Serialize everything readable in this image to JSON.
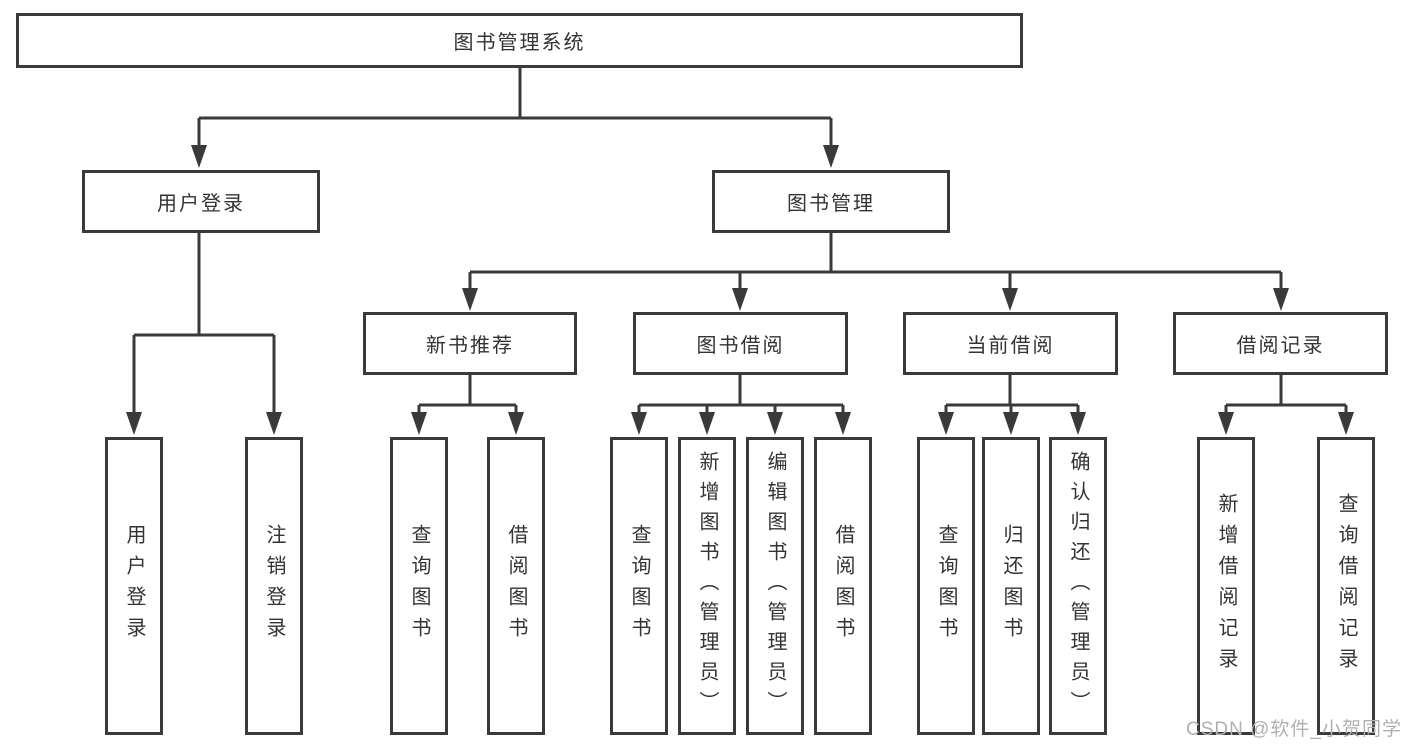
{
  "diagram": {
    "root": "图书管理系统",
    "branches": {
      "user_login": "用户登录",
      "book_management": "图书管理"
    },
    "modules": {
      "new_books": "新书推荐",
      "book_borrowing": "图书借阅",
      "current_borrowing": "当前借阅",
      "borrowing_records": "借阅记录"
    },
    "leaves": {
      "user_login": "用户登录",
      "logout": "注销登录",
      "nb_query_books": "查询图书",
      "nb_borrow_books": "借阅图书",
      "bb_query_books": "查询图书",
      "bb_add_books": "新增图书（管理员）",
      "bb_edit_books": "编辑图书（管理员）",
      "bb_borrow_books": "借阅图书",
      "cb_query_books": "查询图书",
      "cb_return_books": "归还图书",
      "cb_confirm_return": "确认归还（管理员）",
      "br_add_record": "新增借阅记录",
      "br_query_record": "查询借阅记录"
    }
  },
  "watermark": "CSDN @软件_小贺同学",
  "colors": {
    "line": "#3a3a3a",
    "text": "#333333",
    "watermark": "#b0b0b0",
    "background": "#ffffff"
  }
}
